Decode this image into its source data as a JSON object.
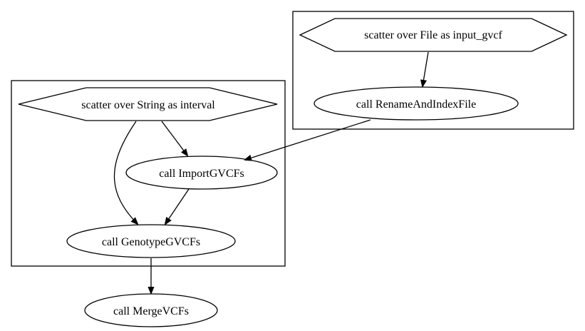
{
  "nodes": {
    "scatter_gvcf": "scatter over File as input_gvcf",
    "rename_index": "call RenameAndIndexFile",
    "scatter_interval": "scatter over String as interval",
    "import_gvcfs": "call ImportGVCFs",
    "genotype_gvcfs": "call GenotypeGVCFs",
    "merge_vcfs": "call MergeVCFs"
  }
}
